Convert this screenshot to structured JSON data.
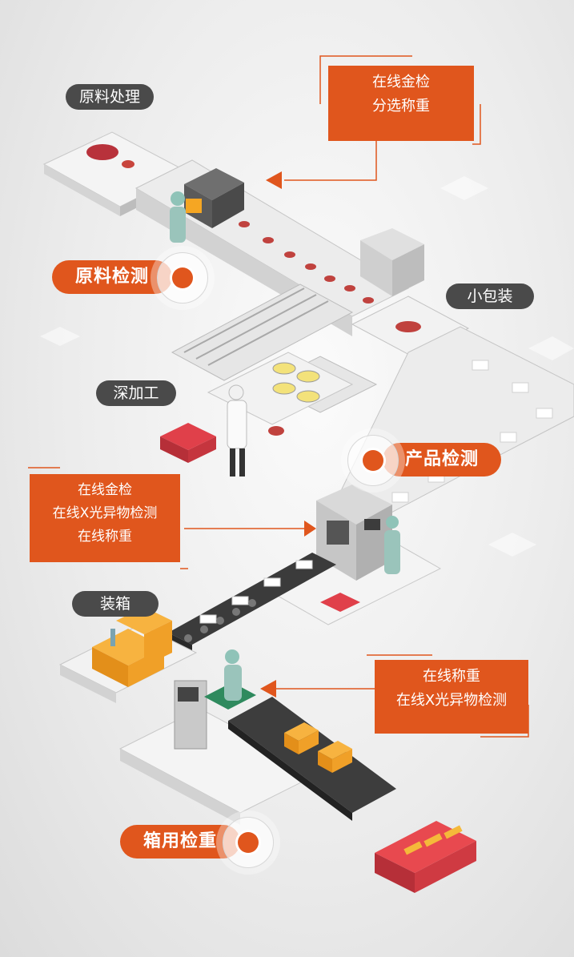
{
  "stations": {
    "raw_processing": "原料处理",
    "raw_inspection": "原料检测",
    "small_pack": "小包装",
    "deep_processing": "深加工",
    "product_inspection": "产品检测",
    "boxing": "装箱",
    "box_checkweigh": "箱用检重"
  },
  "callouts": {
    "top": [
      "在线金检",
      "分选称重"
    ],
    "middle": [
      "在线金检",
      "在线X光异物检测",
      "在线称重"
    ],
    "bottom": [
      "在线称重",
      "在线X光异物检测"
    ]
  },
  "colors": {
    "accent": "#e0561d",
    "dark_label": "#4a4a4a",
    "conveyor": "#c9c9c9",
    "crate": "#d9404a",
    "box": "#f5a623"
  }
}
